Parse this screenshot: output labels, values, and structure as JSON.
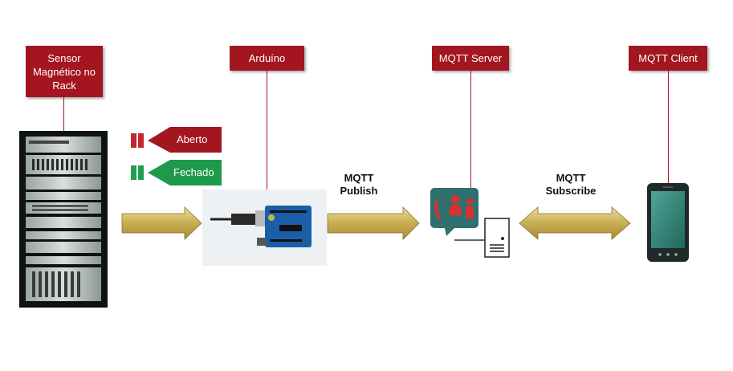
{
  "nodes": {
    "sensor": {
      "label": "Sensor Magnético no Rack"
    },
    "arduino": {
      "label": "Arduíno"
    },
    "mqtt_server": {
      "label": "MQTT Server"
    },
    "mqtt_client": {
      "label": "MQTT Client"
    }
  },
  "states": {
    "open": {
      "label": "Aberto",
      "color": "#a3161f"
    },
    "closed": {
      "label": "Fechado",
      "color": "#1f9a4c"
    }
  },
  "edges": {
    "publish": {
      "label": "MQTT Publish"
    },
    "subscribe": {
      "label": "MQTT Subscribe"
    }
  },
  "colors": {
    "accent": "#a3161f",
    "arrow": "#d8c270",
    "device": "#3a8579"
  }
}
